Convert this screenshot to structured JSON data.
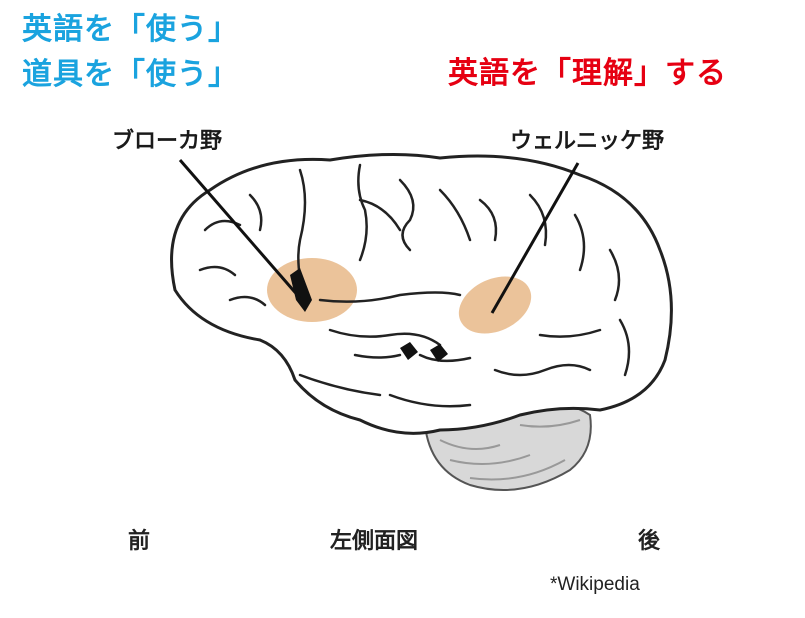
{
  "captions": {
    "blue_line1": "英語を「使う」",
    "blue_line2": "道具を「使う」",
    "red_line": "英語を「理解」する",
    "blue_color": "#1aa3df",
    "red_color": "#e60012"
  },
  "areas": {
    "broca": "ブローカ野",
    "wernicke": "ウェルニッケ野",
    "highlight_color": "#e8b888"
  },
  "orientation": {
    "front": "前",
    "view": "左側面図",
    "back": "後"
  },
  "credit": "*Wikipedia"
}
